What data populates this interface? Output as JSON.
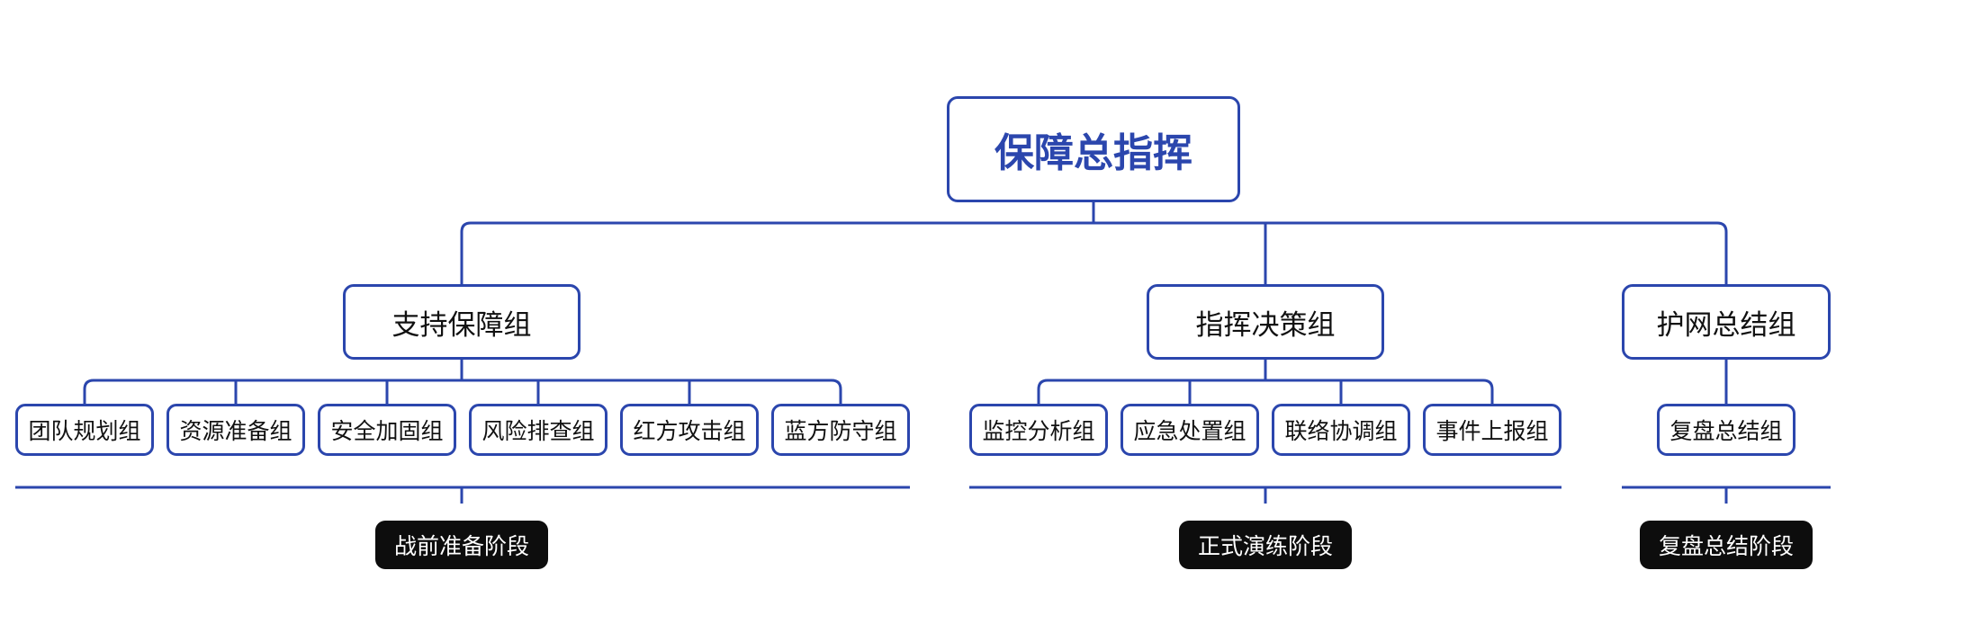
{
  "colors": {
    "line": "#2b46ad",
    "root_text": "#2b46ad",
    "text": "#111111",
    "phase_bg": "#0d0d0d",
    "phase_text": "#ffffff"
  },
  "root": {
    "label": "保障总指挥"
  },
  "groups": [
    {
      "label": "支持保障组",
      "members": [
        "团队规划组",
        "资源准备组",
        "安全加固组",
        "风险排查组",
        "红方攻击组",
        "蓝方防守组"
      ],
      "phase": "战前准备阶段"
    },
    {
      "label": "指挥决策组",
      "members": [
        "监控分析组",
        "应急处置组",
        "联络协调组",
        "事件上报组"
      ],
      "phase": "正式演练阶段"
    },
    {
      "label": "护网总结组",
      "members": [
        "复盘总结组"
      ],
      "phase": "复盘总结阶段"
    }
  ]
}
